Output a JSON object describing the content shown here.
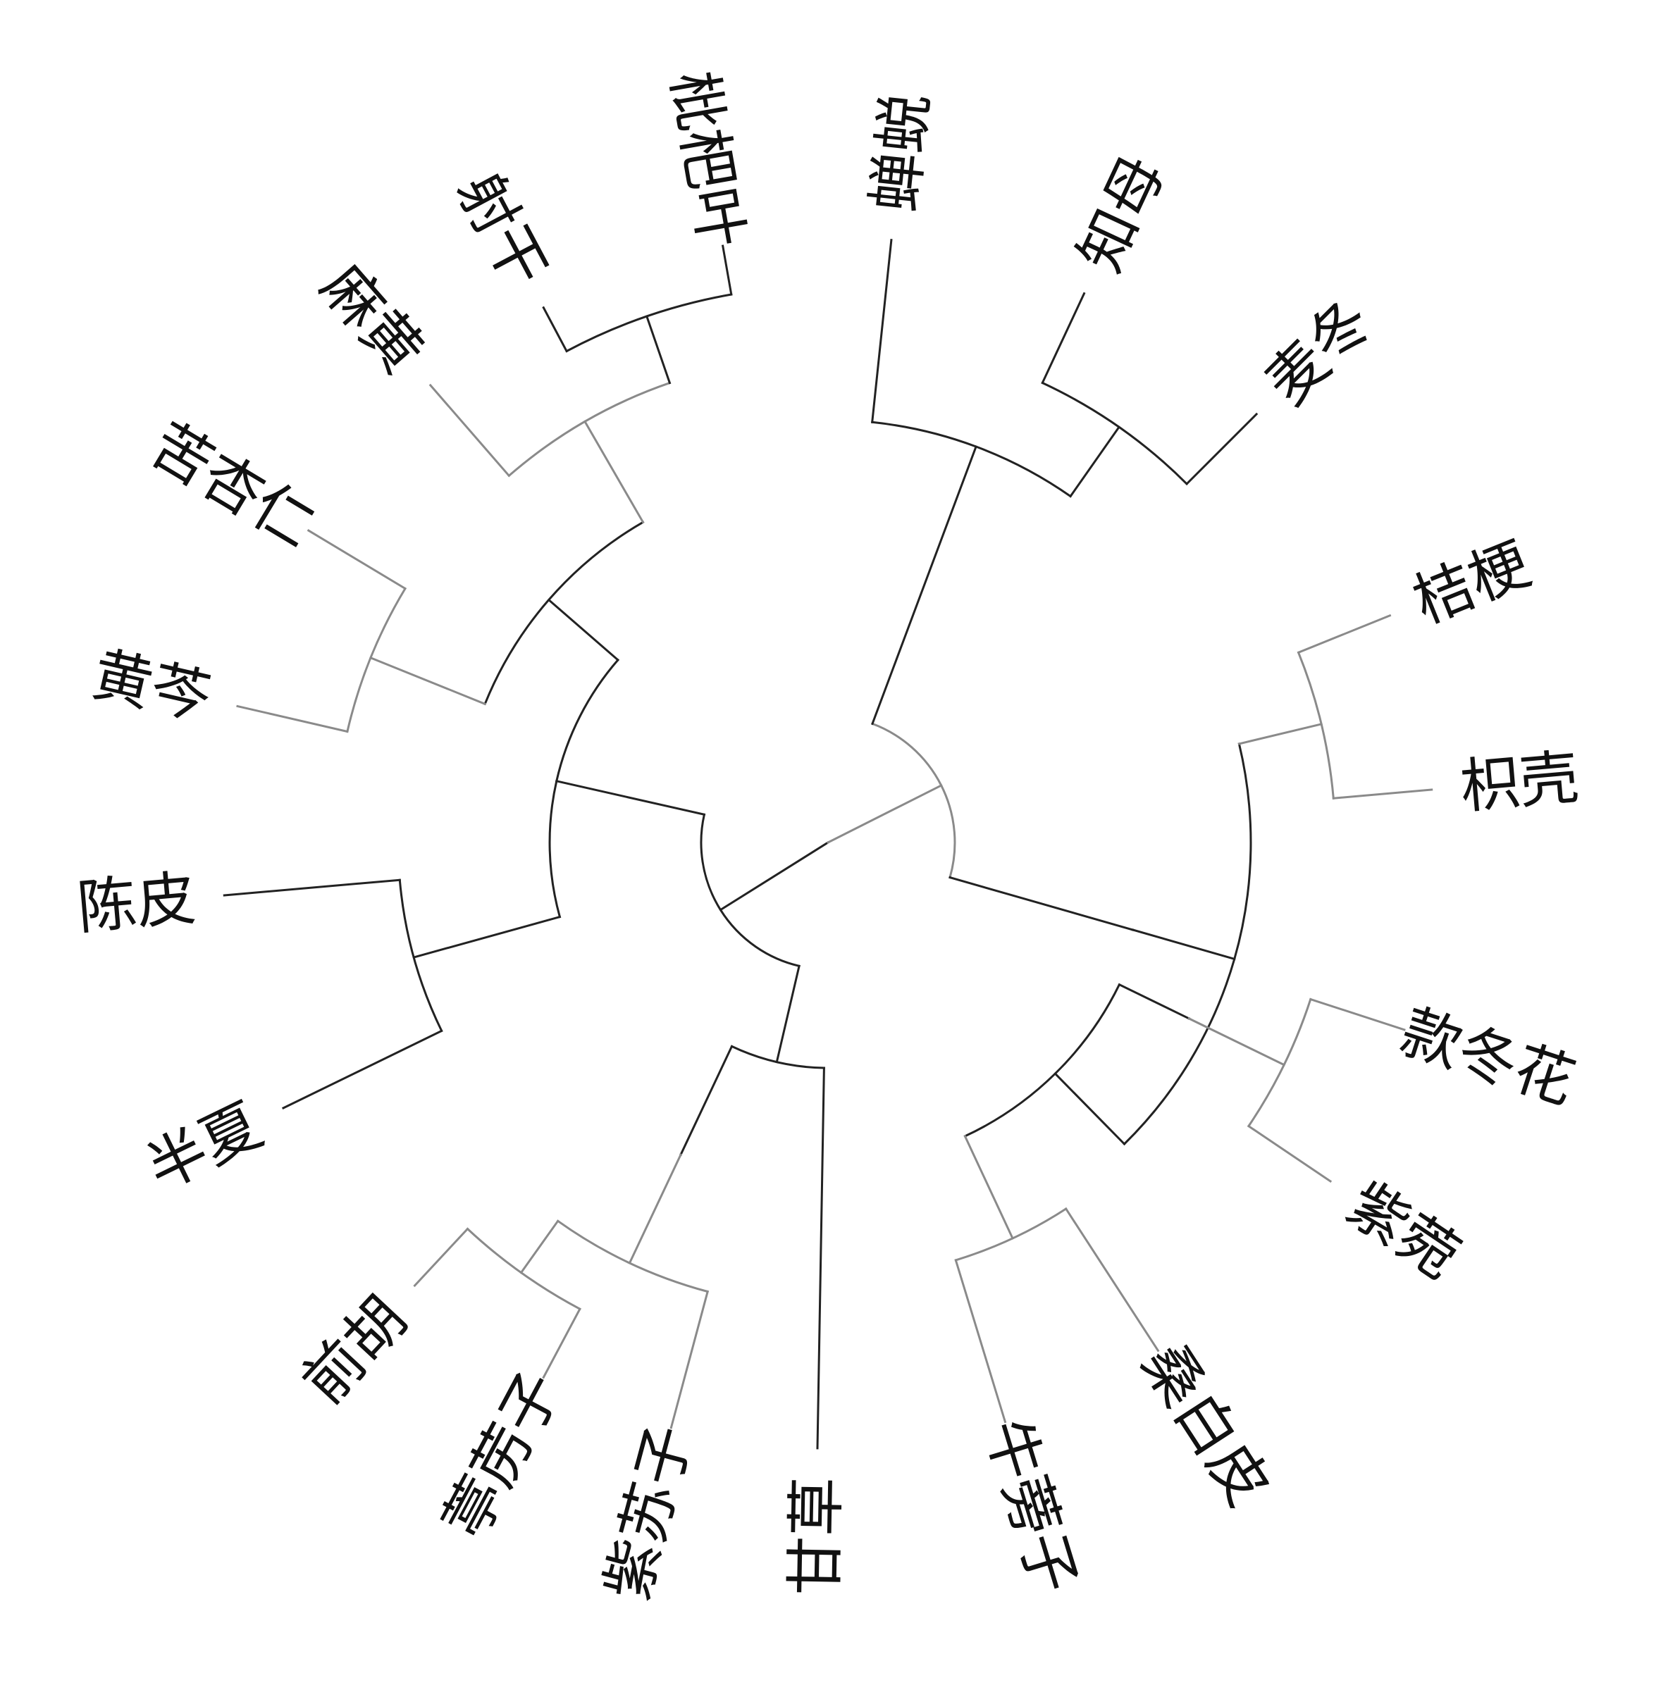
{
  "tree": {
    "labels": {
      "pipaye": "枇杷叶",
      "shegan": "射干",
      "mahuang": "麻黄",
      "kuxingren": "苦杏仁",
      "huangqin": "黄芩",
      "chenpi": "陈皮",
      "banxia": "半夏",
      "qianhu": "前胡",
      "tinglizi": "葶苈子",
      "zisuzi": "紫苏子",
      "gancao": "甘草",
      "niubangzi": "牛蒡子",
      "sangbaipi": "桑白皮",
      "ziwan": "紫菀",
      "kuandonghua": "款冬花",
      "zhiqiao": "枳壳",
      "jiegeng": "桔梗",
      "maidong": "麦冬",
      "zhimu": "知母",
      "chantui": "蝉蜕"
    },
    "colors": {
      "dark": "#222222",
      "light": "#8a8a8a"
    }
  }
}
